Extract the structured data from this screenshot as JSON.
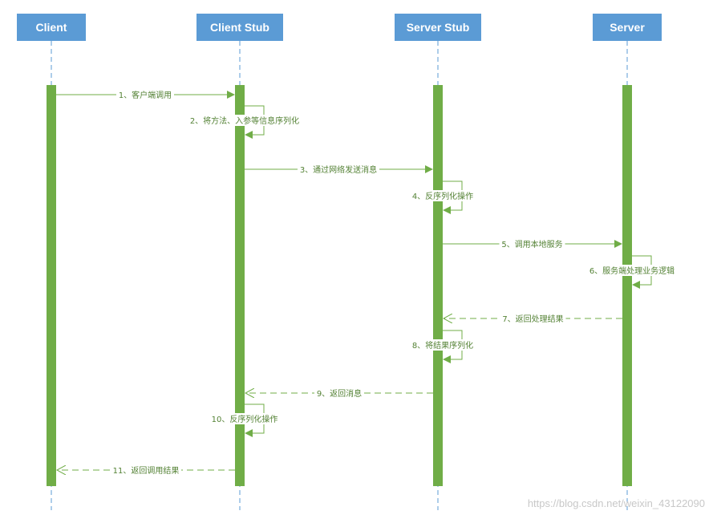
{
  "participants": [
    {
      "id": "client",
      "label": "Client"
    },
    {
      "id": "client_stub",
      "label": "Client Stub"
    },
    {
      "id": "server_stub",
      "label": "Server Stub"
    },
    {
      "id": "server",
      "label": "Server"
    }
  ],
  "messages": [
    {
      "index": 1,
      "from": "client",
      "to": "client_stub",
      "style": "solid",
      "label": "1、客户端调用"
    },
    {
      "index": 2,
      "from": "client_stub",
      "to": "client_stub",
      "style": "self",
      "label": "2、将方法、入参等信息序列化"
    },
    {
      "index": 3,
      "from": "client_stub",
      "to": "server_stub",
      "style": "solid",
      "label": "3、通过网络发送消息"
    },
    {
      "index": 4,
      "from": "server_stub",
      "to": "server_stub",
      "style": "self",
      "label": "4、反序列化操作"
    },
    {
      "index": 5,
      "from": "server_stub",
      "to": "server",
      "style": "solid",
      "label": "5、调用本地服务"
    },
    {
      "index": 6,
      "from": "server",
      "to": "server",
      "style": "self",
      "label": "6、服务端处理业务逻辑"
    },
    {
      "index": 7,
      "from": "server",
      "to": "server_stub",
      "style": "dashed",
      "label": "7、返回处理结果"
    },
    {
      "index": 8,
      "from": "server_stub",
      "to": "server_stub",
      "style": "self",
      "label": "8、将结果序列化"
    },
    {
      "index": 9,
      "from": "server_stub",
      "to": "client_stub",
      "style": "dashed",
      "label": "9、返回消息"
    },
    {
      "index": 10,
      "from": "client_stub",
      "to": "client_stub",
      "style": "self",
      "label": "10、反序列化操作"
    },
    {
      "index": 11,
      "from": "client_stub",
      "to": "client",
      "style": "dashed",
      "label": "11、返回调用结果"
    }
  ],
  "watermark": "https://blog.csdn.net/weixin_43122090",
  "colors": {
    "participant_fill": "#5b9bd5",
    "participant_text": "#ffffff",
    "lifeline": "#5b9bd5",
    "activation": "#70ad47",
    "message_line": "#70ad47",
    "message_text": "#548235"
  }
}
